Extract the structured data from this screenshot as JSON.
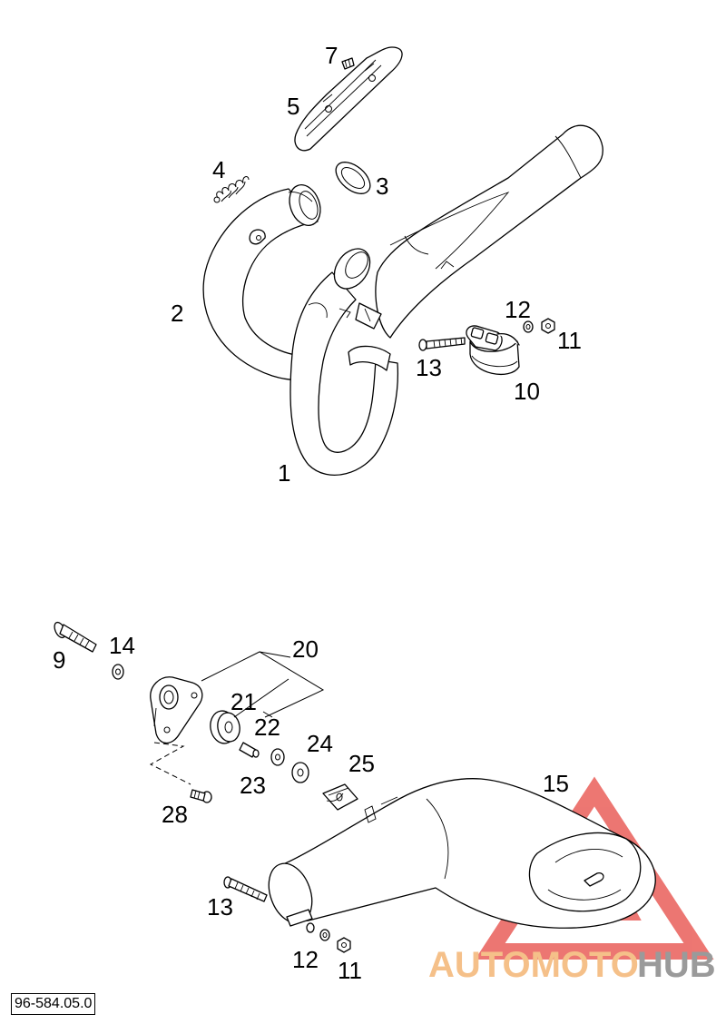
{
  "diagram_id": "96-584.05.0",
  "watermark": {
    "prefix": "AUTOMOTO",
    "suffix": "HUB",
    "prefix_color": "#f5c089",
    "suffix_color": "#9a9a9a",
    "logo_color": "#e8554f"
  },
  "callouts": {
    "c1": "1",
    "c2": "2",
    "c3": "3",
    "c4": "4",
    "c5": "5",
    "c7": "7",
    "c10": "10",
    "c11": "11",
    "c12": "12",
    "c13": "13",
    "c9": "9",
    "c14": "14",
    "c15": "15",
    "c20": "20",
    "c21": "21",
    "c22": "22",
    "c23": "23",
    "c24": "24",
    "c25": "25",
    "c28": "28",
    "c13b": "13",
    "c12b": "12",
    "c11b": "11"
  }
}
